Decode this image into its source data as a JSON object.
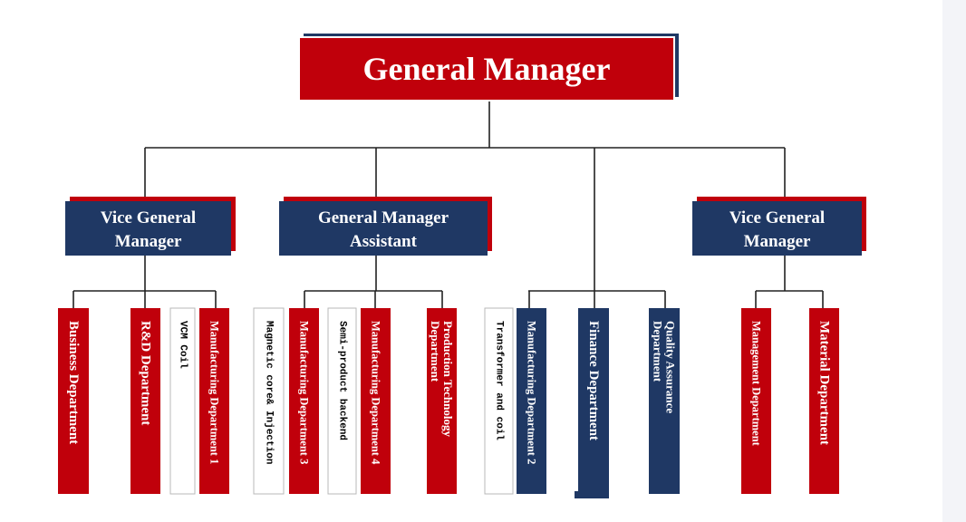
{
  "colors": {
    "red": "#c0000b",
    "navy": "#1f3864",
    "line": "#222222",
    "white_box_border": "#b8b8b8"
  },
  "top": {
    "label": "General Manager",
    "fill": "red",
    "accent": "navy"
  },
  "managers": [
    {
      "label": [
        "Vice General",
        "Manager"
      ],
      "fill": "navy",
      "accent": "red"
    },
    {
      "label": [
        "General Manager",
        "Assistant"
      ],
      "fill": "navy",
      "accent": "red"
    },
    {
      "label": [
        "Vice General",
        "Manager"
      ],
      "fill": "navy",
      "accent": "red"
    }
  ],
  "departments": [
    {
      "group": 0,
      "label": [
        "Business Department"
      ],
      "style": "red"
    },
    {
      "group": 0,
      "label": [
        "R&D Department"
      ],
      "style": "red"
    },
    {
      "group": 0,
      "label": [
        "VCM Coil"
      ],
      "style": "white"
    },
    {
      "group": 0,
      "label": [
        "Manufacturing Department 1"
      ],
      "style": "red"
    },
    {
      "group": 1,
      "label": [
        "Magnetic core& Injection"
      ],
      "style": "white"
    },
    {
      "group": 1,
      "label": [
        "Manufacturing Department 3"
      ],
      "style": "red"
    },
    {
      "group": 1,
      "label": [
        "Semi-product backend"
      ],
      "style": "white"
    },
    {
      "group": 1,
      "label": [
        "Manufacturing Department 4"
      ],
      "style": "red"
    },
    {
      "group": 1,
      "label": [
        "Production Technology",
        "Department"
      ],
      "style": "red"
    },
    {
      "group": 2,
      "label": [
        "Transformer and coil"
      ],
      "style": "white"
    },
    {
      "group": 2,
      "label": [
        "Manufacturing Department 2"
      ],
      "style": "navy"
    },
    {
      "group": 2,
      "label": [
        "Finance Department"
      ],
      "style": "navy"
    },
    {
      "group": 2,
      "label": [
        "Quality Assurance",
        "Department"
      ],
      "style": "navy"
    },
    {
      "group": 3,
      "label": [
        "Management Department"
      ],
      "style": "red"
    },
    {
      "group": 3,
      "label": [
        "Material Department"
      ],
      "style": "red"
    }
  ]
}
